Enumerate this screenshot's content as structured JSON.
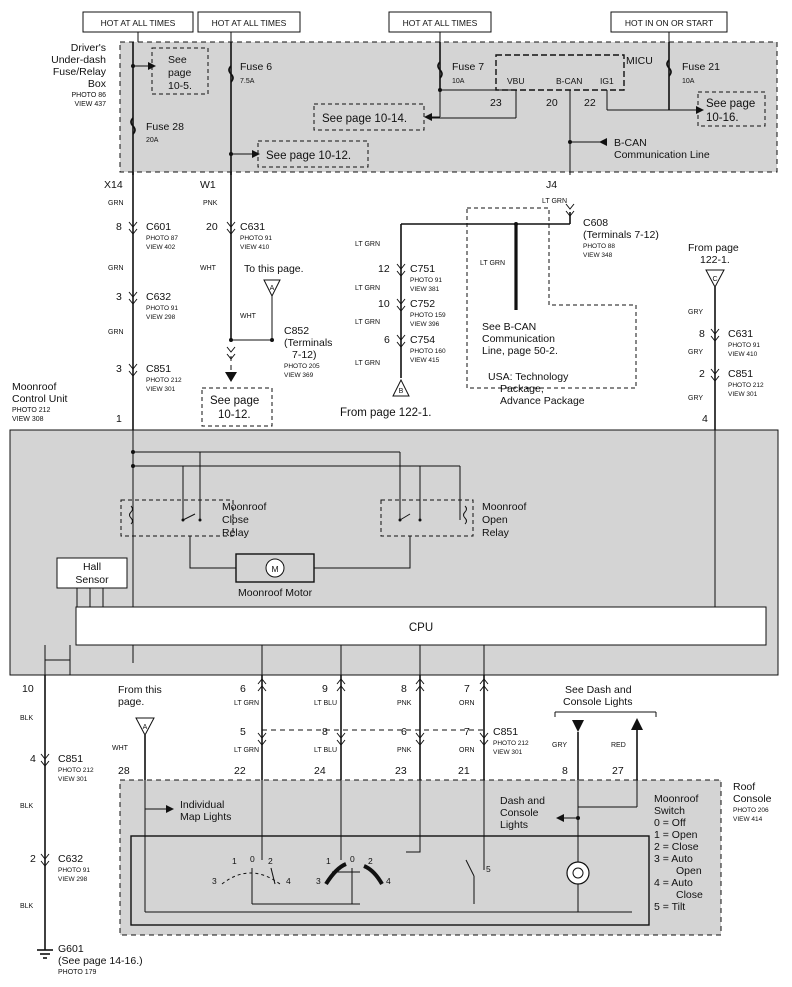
{
  "top_labels": {
    "hot1": "HOT AT ALL TIMES",
    "hot2": "HOT AT ALL TIMES",
    "hot3": "HOT AT ALL TIMES",
    "hot4": "HOT IN ON OR START"
  },
  "fuse_box": {
    "title_l1": "Driver's",
    "title_l2": "Under-dash",
    "title_l3": "Fuse/Relay",
    "title_l4": "Box",
    "photo": "PHOTO 86",
    "view": "VIEW 437",
    "see_10_5_l1": "See",
    "see_10_5_l2": "page",
    "see_10_5_l3": "10-5.",
    "fuse6": "Fuse 6",
    "fuse6_amp": "7.5A",
    "fuse7": "Fuse 7",
    "fuse7_amp": "10A",
    "fuse21": "Fuse 21",
    "fuse21_amp": "10A",
    "fuse28": "Fuse 28",
    "fuse28_amp": "20A",
    "micu": "MICU",
    "vbu": "VBU",
    "bcan": "B-CAN",
    "ig1": "IG1",
    "pin23": "23",
    "pin20": "20",
    "pin22": "22",
    "see_10_14": "See page 10-14.",
    "see_10_16_l1": "See page",
    "see_10_16_l2": "10-16.",
    "see_10_12": "See page 10-12.",
    "bcan_line_l1": "B-CAN",
    "bcan_line_l2": "Communication Line"
  },
  "upper": {
    "x14": "X14",
    "w1": "W1",
    "j4": "J4",
    "grn1": "GRN",
    "pnk1": "PNK",
    "ltgrn_j4": "LT GRN",
    "c601_pin": "8",
    "c601": "C601",
    "c601_photo": "PHOTO 87",
    "c601_view": "VIEW 402",
    "c631a_pin": "20",
    "c631a": "C631",
    "c631a_photo": "PHOTO 91",
    "c631a_view": "VIEW 410",
    "grn2": "GRN",
    "wht1": "WHT",
    "to_this_page": "To this page.",
    "c632a_pin": "3",
    "c632a": "C632",
    "c632a_photo": "PHOTO 91",
    "c632a_view": "VIEW 298",
    "grn3": "GRN",
    "wht2": "WHT",
    "c852": "C852",
    "c852_l2": "(Terminals",
    "c852_l3": "7-12)",
    "c852_photo": "PHOTO 205",
    "c852_view": "VIEW 369",
    "c851a_pin": "3",
    "c851a": "C851",
    "c851a_photo": "PHOTO 212",
    "c851a_view": "VIEW 301",
    "see_10_12b_l1": "See page",
    "see_10_12b_l2": "10-12.",
    "mcu_l1": "Moonroof",
    "mcu_l2": "Control Unit",
    "mcu_photo": "PHOTO 212",
    "mcu_view": "VIEW 308",
    "pin1": "1",
    "c608": "C608",
    "c608_l2": "(Terminals 7-12)",
    "c608_photo": "PHOTO 88",
    "c608_view": "VIEW 348",
    "ltgrn_a": "LT GRN",
    "ltgrn_b": "LT GRN",
    "ltgrn_c": "LT GRN",
    "ltgrn_d": "LT GRN",
    "ltgrn_e": "LT GRN",
    "c751_pin": "12",
    "c751": "C751",
    "c751_photo": "PHOTO 91",
    "c751_view": "VIEW 381",
    "c752_pin": "10",
    "c752": "C752",
    "c752_photo": "PHOTO 159",
    "c752_view": "VIEW 396",
    "c754_pin": "6",
    "c754": "C754",
    "c754_photo": "PHOTO 160",
    "c754_view": "VIEW 415",
    "from_122_1_b": "From page 122-1.",
    "see_bcan_l1": "See B-CAN",
    "see_bcan_l2": "Communication",
    "see_bcan_l3": "Line, page 50-2.",
    "usa_l1": "USA: Technology",
    "usa_l2": "Package,",
    "usa_l3": "Advance Package",
    "from_122_1_l1": "From page",
    "from_122_1_l2": "122-1.",
    "gry1": "GRY",
    "gry2": "GRY",
    "gry3": "GRY",
    "c631b_pin": "8",
    "c631b": "C631",
    "c631b_photo": "PHOTO 91",
    "c631b_view": "VIEW 410",
    "c851b_pin": "2",
    "c851b": "C851",
    "c851b_photo": "PHOTO 212",
    "c851b_view": "VIEW 301",
    "pin4": "4",
    "conn_a": "A",
    "conn_b": "B",
    "conn_c": "C"
  },
  "control_unit": {
    "close_l1": "Moonroof",
    "close_l2": "Close",
    "close_l3": "Relay",
    "open_l1": "Moonroof",
    "open_l2": "Open",
    "open_l3": "Relay",
    "motor": "Moonroof Motor",
    "motor_symbol": "M",
    "hall_l1": "Hall",
    "hall_l2": "Sensor",
    "cpu": "CPU"
  },
  "lower": {
    "pin10": "10",
    "blk1": "BLK",
    "c851c_pin": "4",
    "c851c": "C851",
    "c851c_photo": "PHOTO 212",
    "c851c_view": "VIEW 301",
    "blk2": "BLK",
    "c632b_pin": "2",
    "c632b": "C632",
    "c632b_photo": "PHOTO 91",
    "c632b_view": "VIEW 298",
    "blk3": "BLK",
    "g601": "G601",
    "g601_l2": "(See page 14-16.)",
    "g601_photo": "PHOTO 179",
    "from_this_l1": "From this",
    "from_this_l2": "page.",
    "wht3": "WHT",
    "pin28": "28",
    "w6": "6",
    "w6c": "LT GRN",
    "w5": "5",
    "w5c": "LT GRN",
    "w22": "22",
    "w9": "9",
    "w9c": "LT BLU",
    "w8a": "8",
    "w8ac": "LT BLU",
    "w24": "24",
    "w8b": "8",
    "w8bc": "PNK",
    "w6b": "6",
    "w6bc": "PNK",
    "w23": "23",
    "w7": "7",
    "w7c": "ORN",
    "w7b": "7",
    "w7bc": "ORN",
    "w21": "21",
    "c851d": "C851",
    "c851d_photo": "PHOTO 212",
    "c851d_view": "VIEW 301",
    "see_dash_l1": "See Dash and",
    "see_dash_l2": "Console Lights",
    "gry4": "GRY",
    "red": "RED",
    "pin8b": "8",
    "pin27": "27",
    "map_l1": "Individual",
    "map_l2": "Map Lights",
    "dash_l1": "Dash and",
    "dash_l2": "Console",
    "dash_l3": "Lights",
    "roof_l1": "Roof",
    "roof_l2": "Console",
    "roof_photo": "PHOTO 206",
    "roof_view": "VIEW 414",
    "sw_l1": "Moonroof",
    "sw_l2": "Switch",
    "sw0": "0 = Off",
    "sw1": "1 = Open",
    "sw2": "2 = Close",
    "sw3a": "3 = Auto",
    "sw3b": "Open",
    "sw4a": "4 = Auto",
    "sw4b": "Close",
    "sw5": "5 = Tilt",
    "s1a": "1",
    "s0a": "0",
    "s2a": "2",
    "s3a": "3",
    "s4a": "4",
    "s1b": "1",
    "s0b": "0",
    "s2b": "2",
    "s3b": "3",
    "s4b": "4",
    "s5": "5"
  }
}
